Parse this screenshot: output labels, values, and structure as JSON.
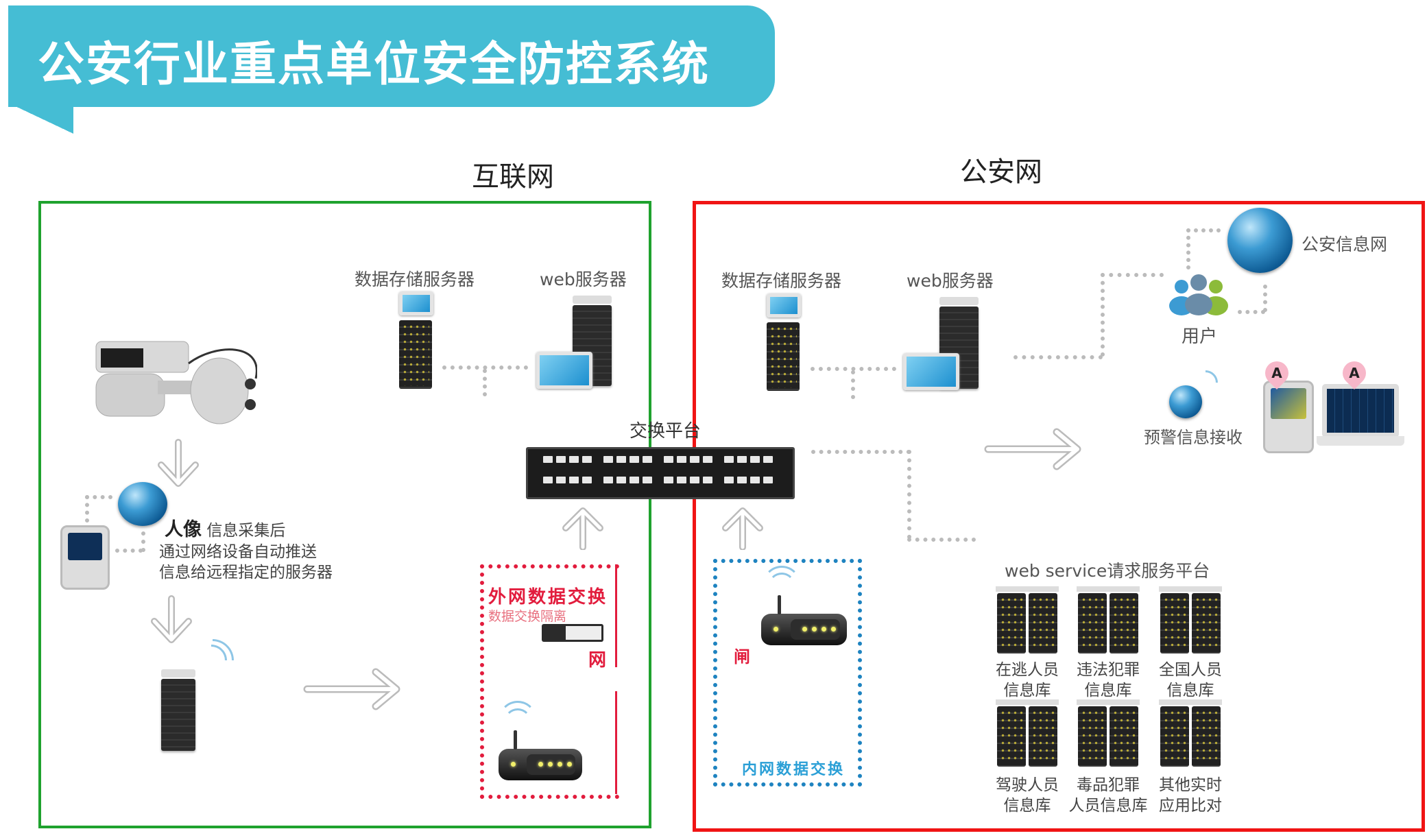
{
  "header": {
    "title": "公安行业重点单位安全防控系统",
    "accent_color": "#45bdd4"
  },
  "zones": {
    "internet": {
      "label": "互联网",
      "border_color": "#1fa22e"
    },
    "police_net": {
      "label": "公安网",
      "border_color": "#f01414"
    }
  },
  "internet_zone": {
    "storage_server_label": "数据存储服务器",
    "web_server_label": "web服务器",
    "capture_caption": {
      "bold": "人像",
      "line1": "信息采集后",
      "line2": "通过网络设备自动推送",
      "line3": "信息给远程指定的服务器"
    },
    "outer_exchange": {
      "title": "外网数据交换",
      "subtitle": "数据交换隔离",
      "side_char": "网",
      "border_color": "#e21c3d"
    }
  },
  "exchange_platform": {
    "label": "交换平台"
  },
  "police_zone": {
    "storage_server_label": "数据存储服务器",
    "web_server_label": "web服务器",
    "police_info_net_label": "公安信息网",
    "user_label": "用户",
    "alert_label": "预警信息接收",
    "alert_pin_letter": "A",
    "inner_exchange": {
      "title": "内网数据交换",
      "gate_char": "闸",
      "border_color": "#1e83c0"
    },
    "web_service": {
      "title": "web service请求服务平台",
      "databases": [
        {
          "line1": "在逃人员",
          "line2": "信息库"
        },
        {
          "line1": "违法犯罪",
          "line2": "信息库"
        },
        {
          "line1": "全国人员",
          "line2": "信息库"
        },
        {
          "line1": "驾驶人员",
          "line2": "信息库"
        },
        {
          "line1": "毒品犯罪",
          "line2": "人员信息库"
        },
        {
          "line1": "其他实时",
          "line2": "应用比对"
        }
      ]
    }
  }
}
